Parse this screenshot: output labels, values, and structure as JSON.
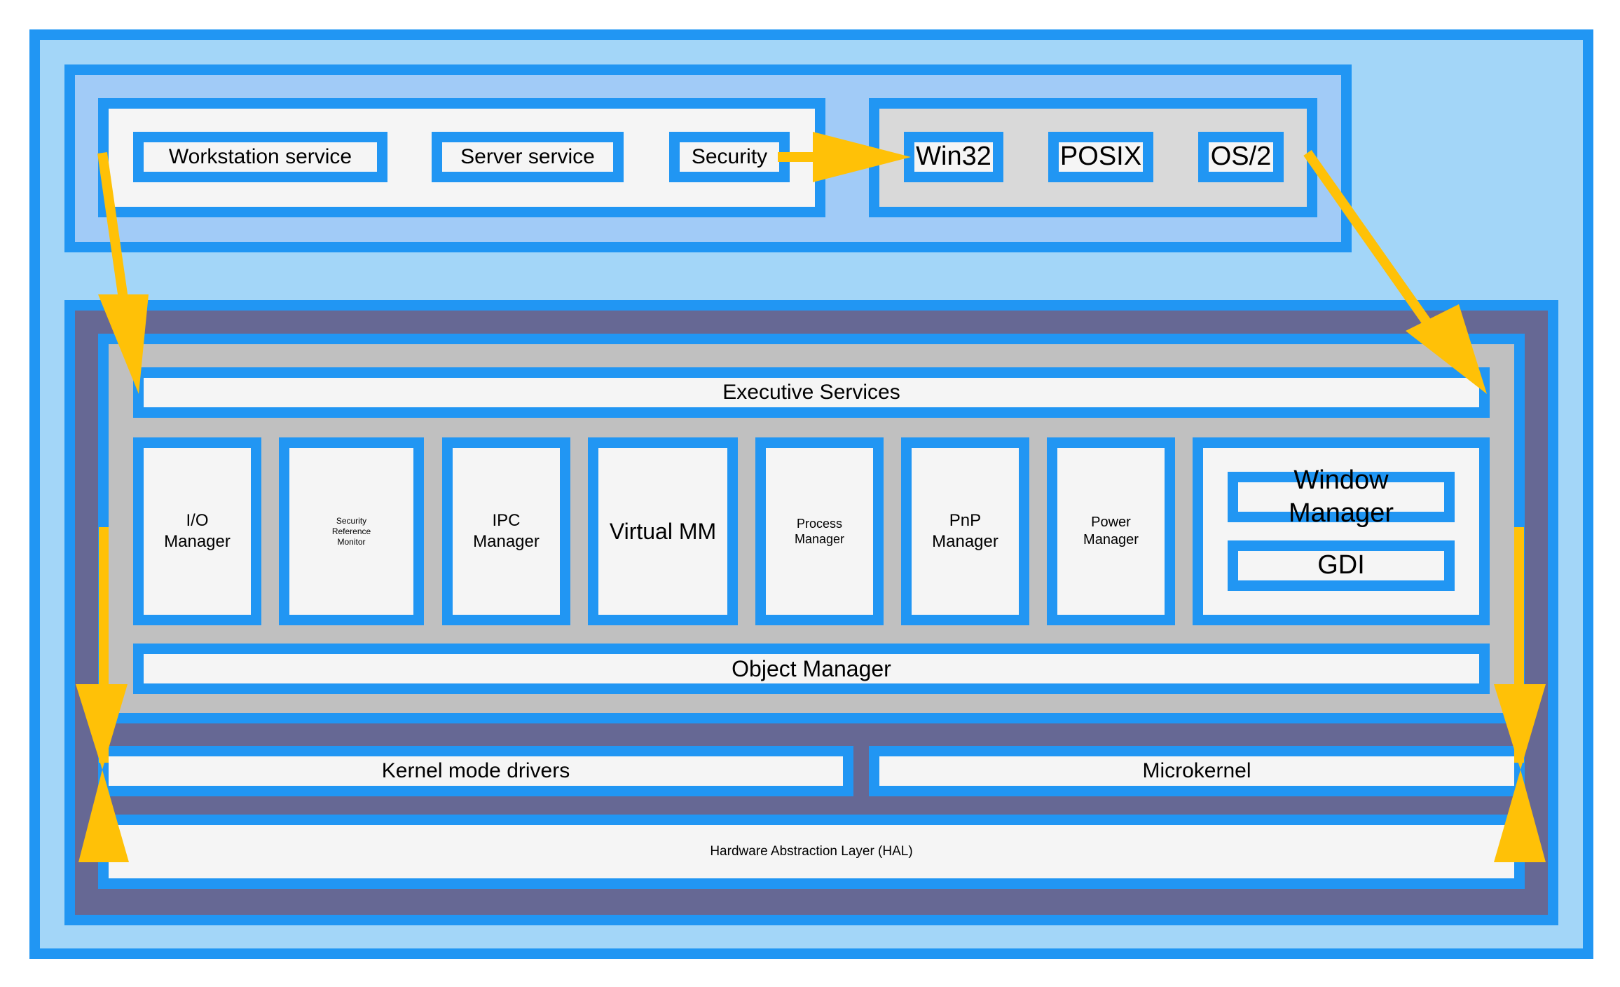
{
  "colors": {
    "border": "#2196f3",
    "outer_fill": "#a3d6f8",
    "user_fill": "#a1cbf7",
    "kernel_fill": "#666894",
    "light_fill": "#f5f5f5",
    "grey_fill": "#c0c0c0",
    "env_fill": "#d9d9d9",
    "arrow": "#ffc107"
  },
  "user_mode": {
    "services": {
      "workstation": "Workstation service",
      "server": "Server service",
      "security": "Security"
    },
    "environment": {
      "win32": "Win32",
      "posix": "POSIX",
      "os2": "OS/2"
    }
  },
  "kernel_mode": {
    "executive_services": "Executive Services",
    "components": {
      "io_manager": "I/O\nManager",
      "security_reference_monitor": "Security\nReference\nMonitor",
      "ipc_manager": "IPC\nManager",
      "virtual_mm": "Virtual MM",
      "process_manager": "Process\nManager",
      "pnp_manager": "PnP\nManager",
      "power_manager": "Power\nManager",
      "window_manager": "Window Manager",
      "gdi": "GDI"
    },
    "object_manager": "Object Manager",
    "kernel_mode_drivers": "Kernel mode drivers",
    "microkernel": "Microkernel",
    "hal": "Hardware Abstraction Layer (HAL)"
  }
}
